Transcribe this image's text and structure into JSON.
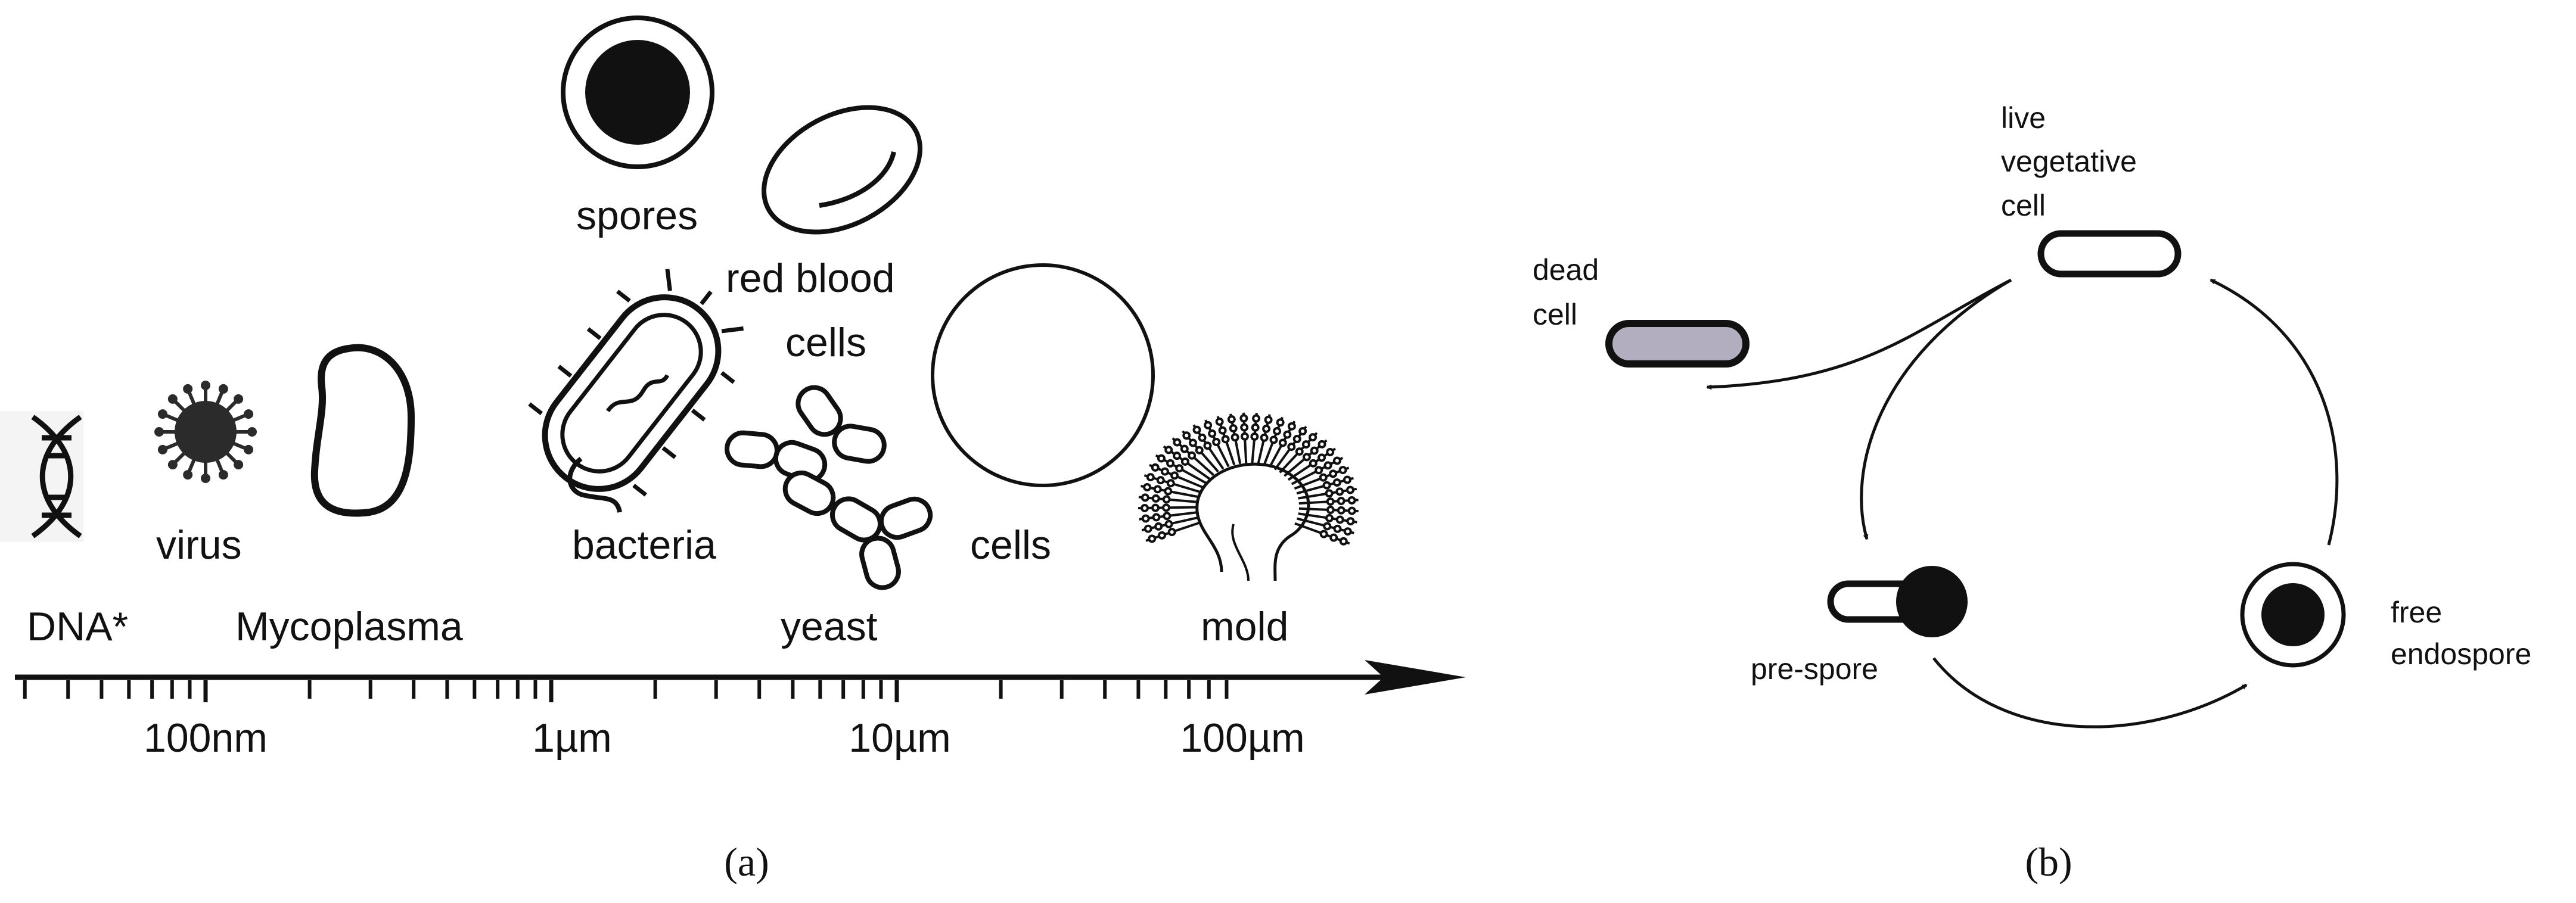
{
  "panel_a": {
    "caption": "(a)",
    "labels": {
      "dna": "DNA*",
      "virus": "virus",
      "mycoplasma": "Mycoplasma",
      "spores": "spores",
      "red_blood_cells_line1": "red blood",
      "red_blood_cells_line2": "cells",
      "bacteria": "bacteria",
      "yeast": "yeast",
      "cells": "cells",
      "mold": "mold"
    },
    "scale_ticks": [
      "100nm",
      "1µm",
      "10µm",
      "100µm"
    ]
  },
  "panel_b": {
    "caption": "(b)",
    "labels": {
      "live_line1": "live",
      "live_line2": "vegetative",
      "live_line3": "cell",
      "dead_line1": "dead",
      "dead_line2": "cell",
      "pre_spore": "pre-spore",
      "free_line1": "free",
      "free_line2": "endospore"
    }
  },
  "colors": {
    "ink": "#111111",
    "dead_cell_fill": "#b3aebf",
    "virus_fill": "#2b2b2b"
  }
}
